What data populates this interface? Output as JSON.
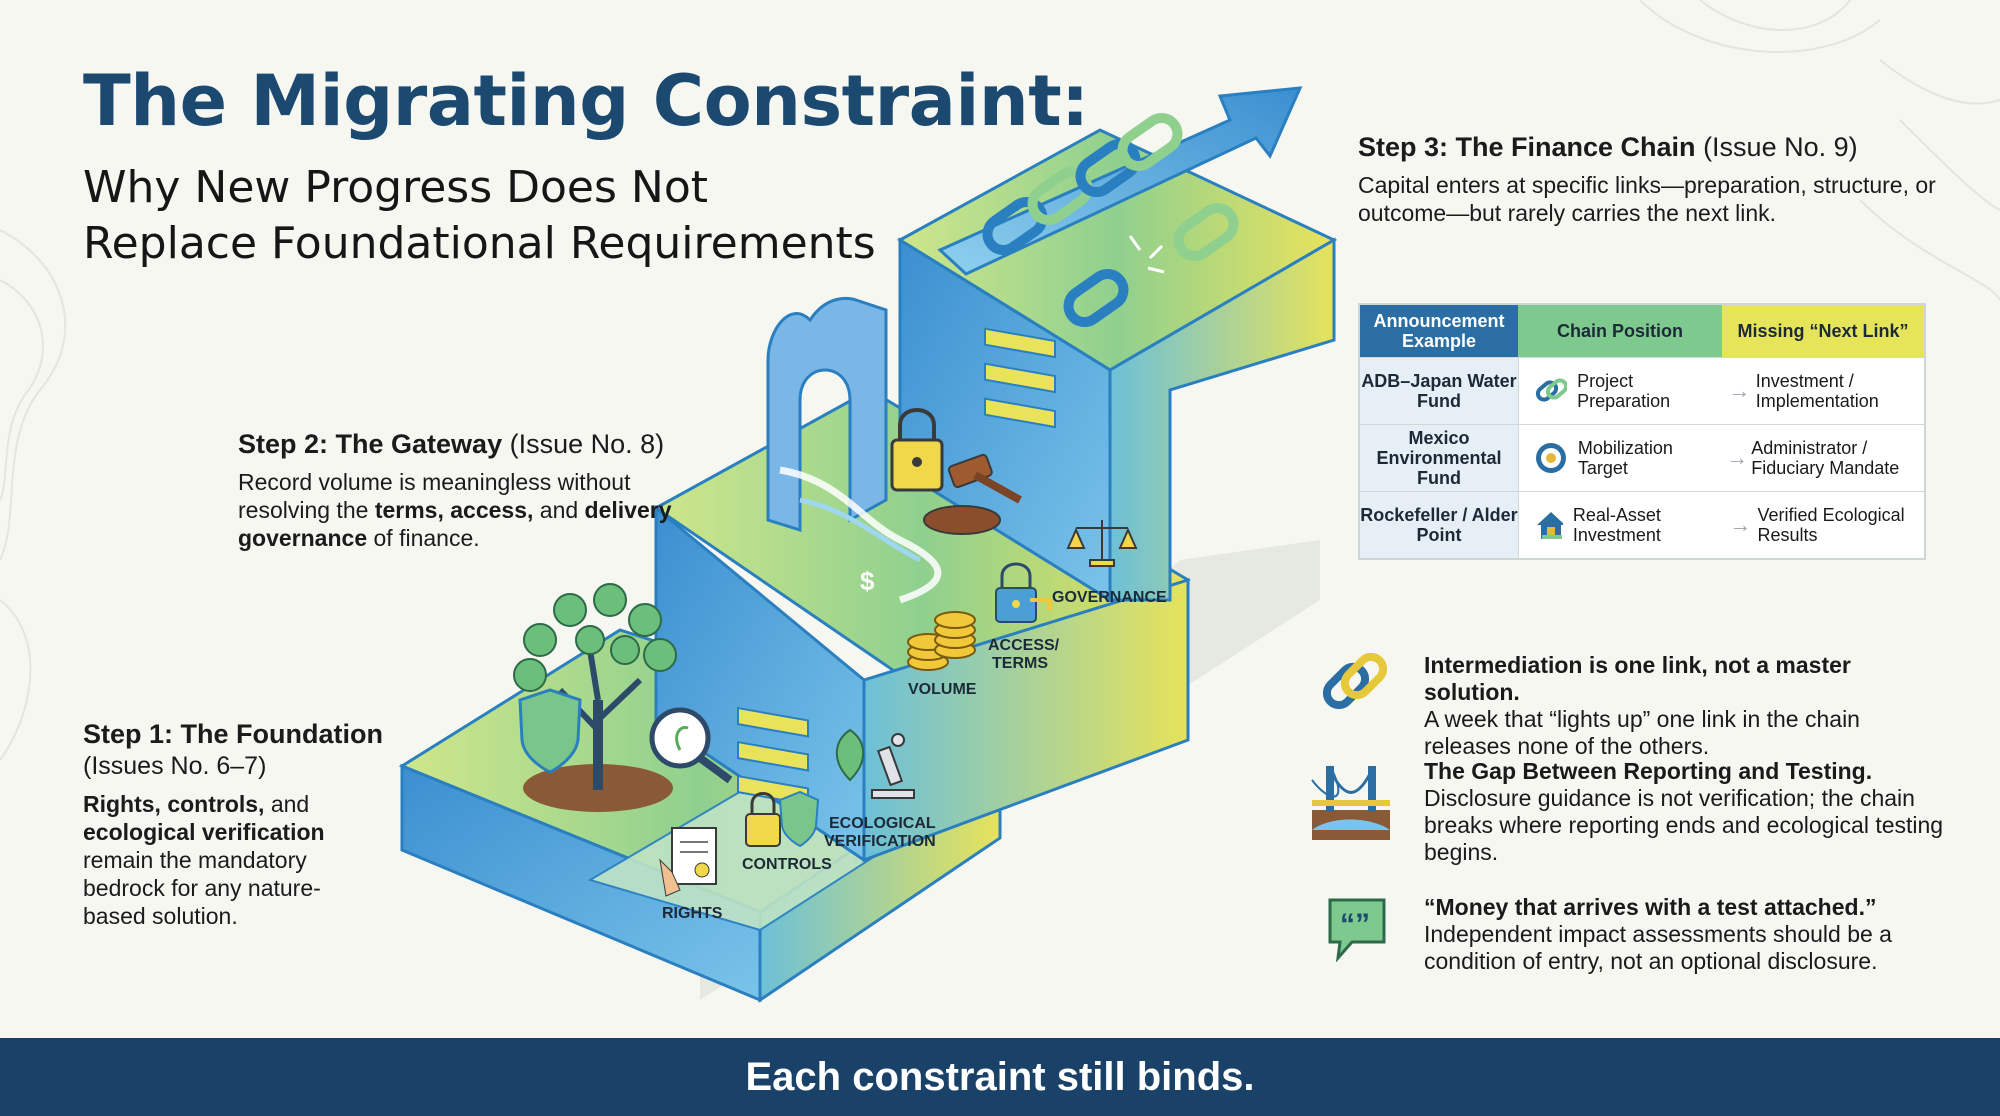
{
  "title": "The Migrating Constraint:",
  "subtitle": {
    "line1": "Why New Progress Does Not",
    "line2": "Replace Foundational Requirements"
  },
  "step1": {
    "heading": "Step 1: The Foundation",
    "issue": "(Issues No. 6–7)",
    "body": {
      "b1": "Rights, controls,",
      "t1": " and ",
      "b2": "ecological verification",
      "t2": " remain the mandatory bedrock for any nature-based solution."
    }
  },
  "step2": {
    "heading": "Step 2: The Gateway",
    "issue": " (Issue No. 8)",
    "body": {
      "t1": "Record volume is meaningless without resolving the ",
      "b1": "terms, access,",
      "t2": " and ",
      "b2": "delivery governance",
      "t3": " of finance."
    }
  },
  "step3": {
    "heading": "Step 3: The Finance Chain",
    "issue": " (Issue No. 9)",
    "body": "Capital enters at specific links—preparation, structure, or outcome—but rarely carries the next link."
  },
  "diagram_labels": {
    "rights": "RIGHTS",
    "controls": "CONTROLS",
    "eco1": "ECOLOGICAL",
    "eco2": "VERIFICATION",
    "volume": "VOLUME",
    "access1": "ACCESS/",
    "access2": "TERMS",
    "governance": "GOVERNANCE"
  },
  "table": {
    "headers": [
      "Announcement Example",
      "Chain Position",
      "Missing “Next Link”"
    ],
    "header_colors": [
      "#2a6ea3",
      "#7ec98e",
      "#e6e55a"
    ],
    "rows": [
      {
        "example": "ADB–Japan Water Fund",
        "position": "Project Preparation",
        "icon": "chain-link-icon",
        "missing": "Investment / Implementation"
      },
      {
        "example": "Mexico Environmental Fund",
        "position": "Mobilization Target",
        "icon": "target-icon",
        "missing": "Administrator / Fiduciary Mandate"
      },
      {
        "example": "Rockefeller / Alder Point",
        "position": "Real-Asset Investment",
        "icon": "house-icon",
        "missing": "Verified Ecological Results"
      }
    ],
    "arrow": "→"
  },
  "side_notes": [
    {
      "icon": "chain-link-icon",
      "heading": "Intermediation is one link, not a master solution.",
      "body": "A week that “lights up” one link in the chain releases none of the others."
    },
    {
      "icon": "bridge-icon",
      "heading": "The Gap Between Reporting and Testing.",
      "body": "Disclosure guidance is not verification; the chain breaks where reporting ends and ecological testing begins."
    },
    {
      "icon": "quote-bubble-icon",
      "heading": "“Money that arrives with a test attached.”",
      "body": "Independent impact assessments should be a condition of entry, not an optional disclosure."
    }
  ],
  "banner": "Each constraint still binds.",
  "colors": {
    "title": "#1c4970",
    "banner": "#1a4269",
    "stair_blue": "#4a9fd6",
    "stair_green": "#8fd08f",
    "stair_yellow": "#e9e35c"
  }
}
